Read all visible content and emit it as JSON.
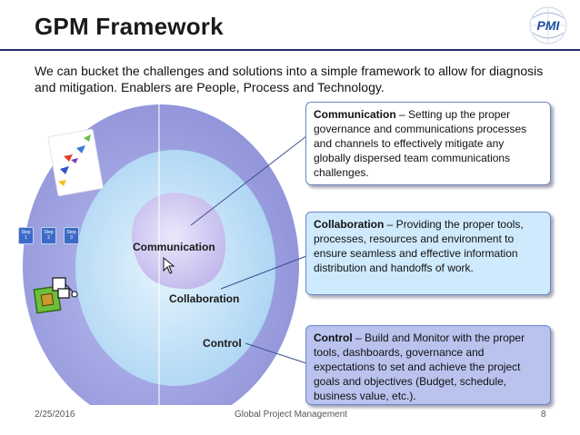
{
  "slide": {
    "title": "GPM Framework",
    "intro": "We can bucket the challenges and solutions into a simple framework to allow for diagnosis and mitigation. Enablers are People, Process and Technology.",
    "logo_text": "PMI"
  },
  "diagram": {
    "rings": {
      "inner": "Communication",
      "middle": "Collaboration",
      "outer": "Control"
    },
    "steps": [
      {
        "label": "Step",
        "num": "1"
      },
      {
        "label": "Step",
        "num": "2"
      },
      {
        "label": "Step",
        "num": "3"
      }
    ]
  },
  "callouts": [
    {
      "term": "Communication",
      "text": " – Setting up the proper governance and communications processes and channels to effectively mitigate any globally dispersed team communications challenges."
    },
    {
      "term": "Collaboration",
      "text": " – Providing the proper tools, processes, resources and environment to ensure seamless and effective information distribution and handoffs of work."
    },
    {
      "term": "Control",
      "text": " – Build and Monitor with the proper tools, dashboards, governance and expectations to set and achieve the project goals and objectives (Budget, schedule, business value, etc.)."
    }
  ],
  "footer": {
    "date": "2/25/2016",
    "center": "Global Project Management",
    "page": "8"
  },
  "colors": {
    "title_rule": "#1d2f6b",
    "outer_ring": "#9ea2e0",
    "middle_ring": "#b9dcf6",
    "inner_ring": "#cfc8ef",
    "callout_collaboration": "#cfeafc",
    "callout_control": "#b9c3ee"
  }
}
